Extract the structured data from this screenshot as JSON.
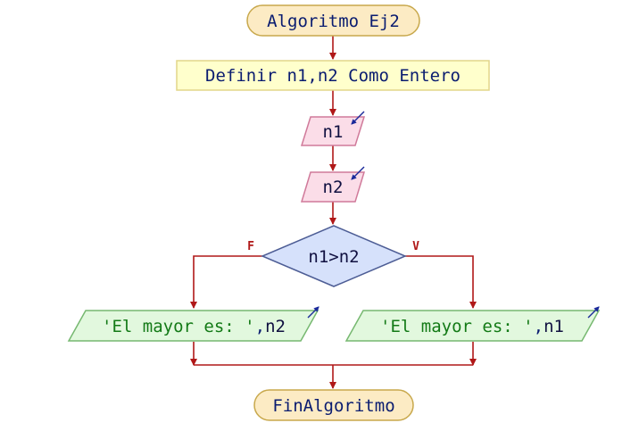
{
  "flowchart": {
    "start": "Algoritmo Ej2",
    "define": "Definir n1,n2 Como Entero",
    "input_1": "n1",
    "input_2": "n2",
    "decision": "n1>n2",
    "false_label": "F",
    "true_label": "V",
    "output_false": {
      "string": "'El mayor es: '",
      "sep": ",",
      "var": "n2"
    },
    "output_true": {
      "string": "'El mayor es: '",
      "sep": ",",
      "var": "n1"
    },
    "end": "FinAlgoritmo"
  },
  "colors": {
    "terminal_fill": "#fcebc4",
    "terminal_stroke": "#c8a84c",
    "process_fill": "#ffffcc",
    "process_stroke": "#e2d58a",
    "input_fill": "#fbdde8",
    "input_stroke": "#d07a9a",
    "decision_fill": "#d6e1fb",
    "decision_stroke": "#4d5d95",
    "output_fill": "#e2f8de",
    "output_stroke": "#76b870",
    "connector": "#b01818",
    "text_keyword": "#0a1c70",
    "text_string": "#137a16",
    "text_default": "#101040"
  }
}
